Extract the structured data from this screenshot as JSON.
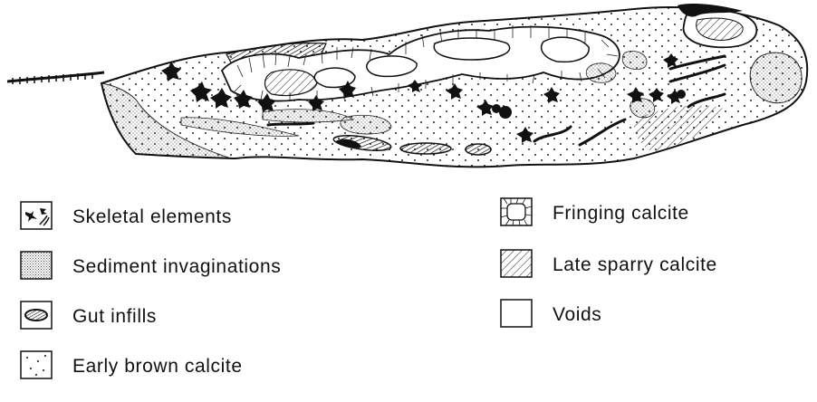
{
  "legend": {
    "left_column": [
      {
        "id": "skeletal",
        "label": "Skeletal elements",
        "icon": "skeletal-elements-icon"
      },
      {
        "id": "sediment",
        "label": "Sediment invaginations",
        "icon": "stipple-icon"
      },
      {
        "id": "gut",
        "label": "Gut infills",
        "icon": "gut-infill-icon"
      },
      {
        "id": "early",
        "label": "Early brown calcite",
        "icon": "dots-icon"
      }
    ],
    "right_column": [
      {
        "id": "fringing",
        "label": "Fringing calcite",
        "icon": "fringing-calcite-icon"
      },
      {
        "id": "late",
        "label": "Late sparry calcite",
        "icon": "hatch-icon"
      },
      {
        "id": "voids",
        "label": "Voids",
        "icon": "empty-box-icon"
      }
    ]
  },
  "colors": {
    "ink": "#111111",
    "background": "#ffffff"
  }
}
